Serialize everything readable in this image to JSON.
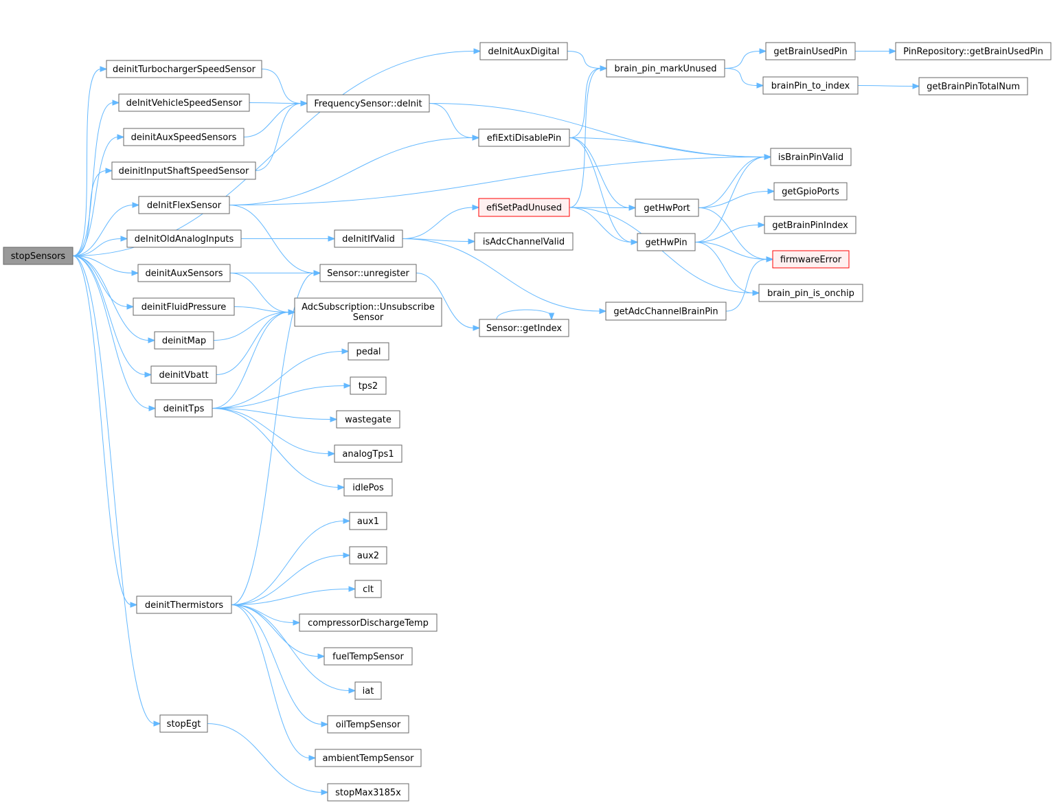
{
  "colors": {
    "edge": "#63b8ff",
    "node_border": "#666666",
    "root_fill": "#999999",
    "error_border": "#ff0000",
    "error_fill": "#fff0f0"
  },
  "nodes": {
    "stopSensors": {
      "label": "stopSensors",
      "kind": "root"
    },
    "deInitAuxDigital": {
      "label": "deInitAuxDigital"
    },
    "brain_pin_markUnused": {
      "label": "brain_pin_markUnused"
    },
    "getBrainUsedPin": {
      "label": "getBrainUsedPin"
    },
    "PinRepository_getBrainUsedPin": {
      "label": "PinRepository::getBrainUsedPin"
    },
    "brainPin_to_index": {
      "label": "brainPin_to_index"
    },
    "getBrainPinTotalNum": {
      "label": "getBrainPinTotalNum"
    },
    "deinitTurbochargerSpeedSensor": {
      "label": "deinitTurbochargerSpeedSensor"
    },
    "FrequencySensor_deInit": {
      "label": "FrequencySensor::deInit"
    },
    "deInitVehicleSpeedSensor": {
      "label": "deInitVehicleSpeedSensor"
    },
    "deinitAuxSpeedSensors": {
      "label": "deinitAuxSpeedSensors"
    },
    "efiExtiDisablePin": {
      "label": "efiExtiDisablePin"
    },
    "isBrainPinValid": {
      "label": "isBrainPinValid"
    },
    "deinitInputShaftSpeedSensor": {
      "label": "deinitInputShaftSpeedSensor"
    },
    "getGpioPorts": {
      "label": "getGpioPorts"
    },
    "deInitFlexSensor": {
      "label": "deInitFlexSensor"
    },
    "efiSetPadUnused": {
      "label": "efiSetPadUnused",
      "kind": "error"
    },
    "getHwPort": {
      "label": "getHwPort"
    },
    "getBrainPinIndex": {
      "label": "getBrainPinIndex"
    },
    "deInitOldAnalogInputs": {
      "label": "deInitOldAnalogInputs"
    },
    "deInitIfValid": {
      "label": "deInitIfValid"
    },
    "isAdcChannelValid": {
      "label": "isAdcChannelValid"
    },
    "getHwPin": {
      "label": "getHwPin"
    },
    "firmwareError": {
      "label": "firmwareError",
      "kind": "error"
    },
    "deinitAuxSensors": {
      "label": "deinitAuxSensors"
    },
    "Sensor_unregister": {
      "label": "Sensor::unregister"
    },
    "brain_pin_is_onchip": {
      "label": "brain_pin_is_onchip"
    },
    "deinitFluidPressure": {
      "label": "deinitFluidPressure"
    },
    "AdcSubscription_UnsubscribeSensor": {
      "label": "AdcSubscription::Unsubscribe",
      "label2": "Sensor"
    },
    "getAdcChannelBrainPin": {
      "label": "getAdcChannelBrainPin"
    },
    "Sensor_getIndex": {
      "label": "Sensor::getIndex"
    },
    "deinitMap": {
      "label": "deinitMap"
    },
    "pedal": {
      "label": "pedal"
    },
    "deinitVbatt": {
      "label": "deinitVbatt"
    },
    "tps2": {
      "label": "tps2"
    },
    "deinitTps": {
      "label": "deinitTps"
    },
    "wastegate": {
      "label": "wastegate"
    },
    "analogTps1": {
      "label": "analogTps1"
    },
    "idlePos": {
      "label": "idlePos"
    },
    "aux1": {
      "label": "aux1"
    },
    "aux2": {
      "label": "aux2"
    },
    "clt": {
      "label": "clt"
    },
    "deinitThermistors": {
      "label": "deinitThermistors"
    },
    "compressorDischargeTemp": {
      "label": "compressorDischargeTemp"
    },
    "fuelTempSensor": {
      "label": "fuelTempSensor"
    },
    "iat": {
      "label": "iat"
    },
    "oilTempSensor": {
      "label": "oilTempSensor"
    },
    "ambientTempSensor": {
      "label": "ambientTempSensor"
    },
    "stopEgt": {
      "label": "stopEgt"
    },
    "stopMax3185x": {
      "label": "stopMax3185x"
    }
  },
  "edges": [
    [
      "stopSensors",
      "deInitAuxDigital"
    ],
    [
      "stopSensors",
      "deinitTurbochargerSpeedSensor"
    ],
    [
      "stopSensors",
      "deInitVehicleSpeedSensor"
    ],
    [
      "stopSensors",
      "deinitAuxSpeedSensors"
    ],
    [
      "stopSensors",
      "deinitInputShaftSpeedSensor"
    ],
    [
      "stopSensors",
      "deInitFlexSensor"
    ],
    [
      "stopSensors",
      "deInitOldAnalogInputs"
    ],
    [
      "stopSensors",
      "deinitAuxSensors"
    ],
    [
      "stopSensors",
      "deinitFluidPressure"
    ],
    [
      "stopSensors",
      "deinitMap"
    ],
    [
      "stopSensors",
      "deinitVbatt"
    ],
    [
      "stopSensors",
      "deinitTps"
    ],
    [
      "stopSensors",
      "deinitThermistors"
    ],
    [
      "stopSensors",
      "stopEgt"
    ],
    [
      "deInitAuxDigital",
      "brain_pin_markUnused"
    ],
    [
      "brain_pin_markUnused",
      "getBrainUsedPin"
    ],
    [
      "brain_pin_markUnused",
      "brainPin_to_index"
    ],
    [
      "getBrainUsedPin",
      "PinRepository_getBrainUsedPin"
    ],
    [
      "brainPin_to_index",
      "getBrainPinTotalNum"
    ],
    [
      "deinitTurbochargerSpeedSensor",
      "FrequencySensor_deInit"
    ],
    [
      "deInitVehicleSpeedSensor",
      "FrequencySensor_deInit"
    ],
    [
      "deinitAuxSpeedSensors",
      "FrequencySensor_deInit"
    ],
    [
      "deinitInputShaftSpeedSensor",
      "FrequencySensor_deInit"
    ],
    [
      "FrequencySensor_deInit",
      "efiExtiDisablePin"
    ],
    [
      "FrequencySensor_deInit",
      "isBrainPinValid"
    ],
    [
      "deInitFlexSensor",
      "efiExtiDisablePin"
    ],
    [
      "deInitFlexSensor",
      "isBrainPinValid"
    ],
    [
      "deInitFlexSensor",
      "Sensor_unregister"
    ],
    [
      "efiExtiDisablePin",
      "brain_pin_markUnused"
    ],
    [
      "efiExtiDisablePin",
      "isBrainPinValid"
    ],
    [
      "efiExtiDisablePin",
      "getHwPort"
    ],
    [
      "efiExtiDisablePin",
      "getHwPin"
    ],
    [
      "efiSetPadUnused",
      "brain_pin_markUnused"
    ],
    [
      "efiSetPadUnused",
      "getHwPort"
    ],
    [
      "efiSetPadUnused",
      "getHwPin"
    ],
    [
      "efiSetPadUnused",
      "brain_pin_is_onchip"
    ],
    [
      "getHwPort",
      "isBrainPinValid"
    ],
    [
      "getHwPort",
      "getGpioPorts"
    ],
    [
      "getHwPort",
      "firmwareError"
    ],
    [
      "getHwPin",
      "isBrainPinValid"
    ],
    [
      "getHwPin",
      "getBrainPinIndex"
    ],
    [
      "getHwPin",
      "firmwareError"
    ],
    [
      "getHwPin",
      "brain_pin_is_onchip"
    ],
    [
      "deInitOldAnalogInputs",
      "deInitIfValid"
    ],
    [
      "deInitIfValid",
      "efiSetPadUnused"
    ],
    [
      "deInitIfValid",
      "isAdcChannelValid"
    ],
    [
      "deInitIfValid",
      "getAdcChannelBrainPin"
    ],
    [
      "getAdcChannelBrainPin",
      "firmwareError"
    ],
    [
      "deinitAuxSensors",
      "Sensor_unregister"
    ],
    [
      "deinitAuxSensors",
      "AdcSubscription_UnsubscribeSensor"
    ],
    [
      "Sensor_unregister",
      "Sensor_getIndex"
    ],
    [
      "Sensor_getIndex",
      "Sensor_getIndex"
    ],
    [
      "deinitFluidPressure",
      "AdcSubscription_UnsubscribeSensor"
    ],
    [
      "deinitMap",
      "AdcSubscription_UnsubscribeSensor"
    ],
    [
      "deinitVbatt",
      "AdcSubscription_UnsubscribeSensor"
    ],
    [
      "deinitTps",
      "AdcSubscription_UnsubscribeSensor"
    ],
    [
      "deinitTps",
      "pedal"
    ],
    [
      "deinitTps",
      "tps2"
    ],
    [
      "deinitTps",
      "wastegate"
    ],
    [
      "deinitTps",
      "analogTps1"
    ],
    [
      "deinitTps",
      "idlePos"
    ],
    [
      "deinitThermistors",
      "Sensor_unregister"
    ],
    [
      "deinitThermistors",
      "aux1"
    ],
    [
      "deinitThermistors",
      "aux2"
    ],
    [
      "deinitThermistors",
      "clt"
    ],
    [
      "deinitThermistors",
      "compressorDischargeTemp"
    ],
    [
      "deinitThermistors",
      "fuelTempSensor"
    ],
    [
      "deinitThermistors",
      "iat"
    ],
    [
      "deinitThermistors",
      "oilTempSensor"
    ],
    [
      "deinitThermistors",
      "ambientTempSensor"
    ],
    [
      "stopEgt",
      "stopMax3185x"
    ]
  ]
}
